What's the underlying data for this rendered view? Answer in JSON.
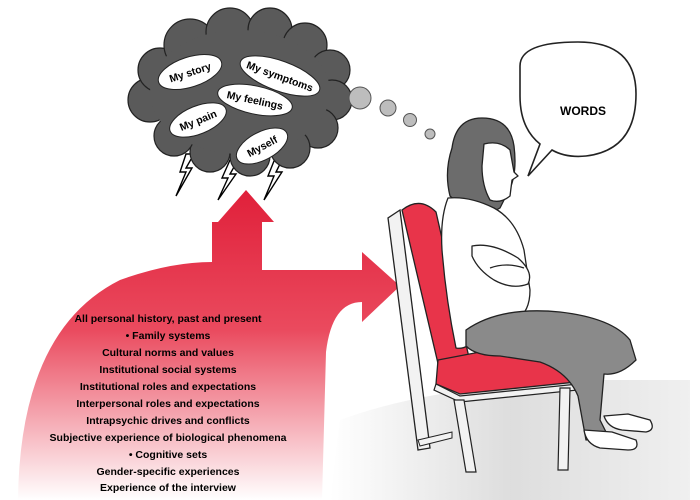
{
  "thought_cloud": {
    "labels": [
      "My story",
      "My symptoms",
      "My feelings",
      "My pain",
      "Myself"
    ]
  },
  "speech_bubble": {
    "label": "WORDS"
  },
  "influences": {
    "items": [
      "All personal history, past and present",
      "• Family systems",
      "Cultural norms and values",
      "Institutional social systems",
      "Institutional roles and expectations",
      "Interpersonal roles and expectations",
      "Intrapsychic drives and conflicts",
      "Subjective experience of biological phenomena",
      "• Cognitive sets",
      "Gender-specific experiences",
      "Experience of the interview"
    ]
  },
  "colors": {
    "arrow_red": "#e0203a",
    "arrow_fade": "#ffffff",
    "cloud_dark": "#5a5a5a",
    "chair_red": "#e8344a",
    "chair_frame": "#f2f2f2",
    "outline": "#222222"
  }
}
